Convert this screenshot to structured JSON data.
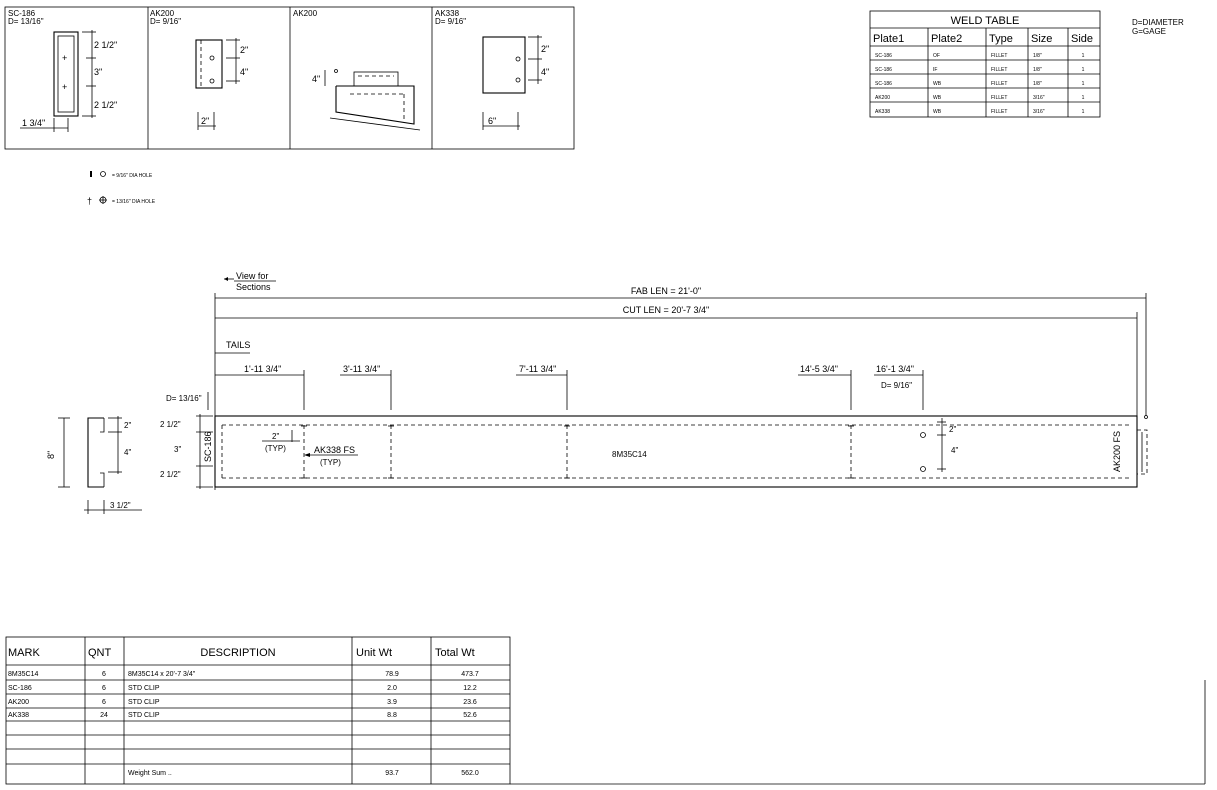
{
  "details": [
    {
      "name": "SC-186",
      "d": "D= 13/16\"",
      "dims": [
        "2 1/2\"",
        "3\"",
        "2 1/2\"",
        "1 3/4\""
      ]
    },
    {
      "name": "AK200",
      "d": "D= 9/16\"",
      "dims": [
        "2\"",
        "4\"",
        "2\""
      ]
    },
    {
      "name": "AK200",
      "d": "",
      "dims": [
        "4\""
      ]
    },
    {
      "name": "AK338",
      "d": "D= 9/16\"",
      "dims": [
        "2\"",
        "4\"",
        "6\""
      ]
    }
  ],
  "weld_table": {
    "title": "WELD TABLE",
    "headers": [
      "Plate1",
      "Plate2",
      "Type",
      "Size",
      "Side"
    ],
    "rows": [
      [
        "SC-186",
        "OF",
        "FILLET",
        "1/8\"",
        "1"
      ],
      [
        "SC-186",
        "IF",
        "FILLET",
        "1/8\"",
        "1"
      ],
      [
        "SC-186",
        "WB",
        "FILLET",
        "1/8\"",
        "1"
      ],
      [
        "AK200",
        "WB",
        "FILLET",
        "3/16\"",
        "1"
      ],
      [
        "AK338",
        "WB",
        "FILLET",
        "3/16\"",
        "1"
      ]
    ]
  },
  "legend_note": {
    "line1": "D=DIAMETER",
    "line2": "G=GAGE"
  },
  "hole_legend": {
    "small": "= 9/16\" DIA HOLE",
    "large": "= 13/16\" DIA HOLE"
  },
  "elevation": {
    "view_for": "View for",
    "sections": "Sections",
    "fab_len": "FAB LEN = 21'-0\"",
    "cut_len": "CUT LEN = 20'-7 3/4\"",
    "tails": "TAILS",
    "stations": [
      "1'-11 3/4\"",
      "3'-11 3/4\"",
      "7'-11 3/4\"",
      "14'-5 3/4\"",
      "16'-1 3/4\""
    ],
    "d_right": "D= 9/16\"",
    "d_left": "D= 13/16\"",
    "left_dims": [
      "2 1/2\"",
      "3\"",
      "2 1/2\""
    ],
    "left_label": "SC-186",
    "right_label": "AK200 FS",
    "member": "8M35C14",
    "clip_label": "AK338 FS",
    "clip_typ": "(TYP)",
    "gap_dim": "2\"",
    "gap_typ": "(TYP)",
    "right_dims": [
      "2\"",
      "4\""
    ]
  },
  "section": {
    "depth": "8\"",
    "dims": [
      "2\"",
      "4\""
    ],
    "width": "3 1/2\""
  },
  "bom": {
    "headers": [
      "MARK",
      "QNT",
      "DESCRIPTION",
      "Unit Wt",
      "Total Wt"
    ],
    "rows": [
      [
        "8M35C14",
        "6",
        "8M35C14 x 20'-7 3/4\"",
        "78.9",
        "473.7"
      ],
      [
        "SC-186",
        "6",
        "STD CLIP",
        "2.0",
        "12.2"
      ],
      [
        "AK200",
        "6",
        "STD CLIP",
        "3.9",
        "23.6"
      ],
      [
        "AK338",
        "24",
        "STD CLIP",
        "8.8",
        "52.6"
      ],
      [
        "",
        "",
        "",
        "",
        ""
      ],
      [
        "",
        "",
        "",
        "",
        ""
      ],
      [
        "",
        "",
        "Weight Sum ..",
        "93.7",
        "562.0"
      ]
    ]
  }
}
